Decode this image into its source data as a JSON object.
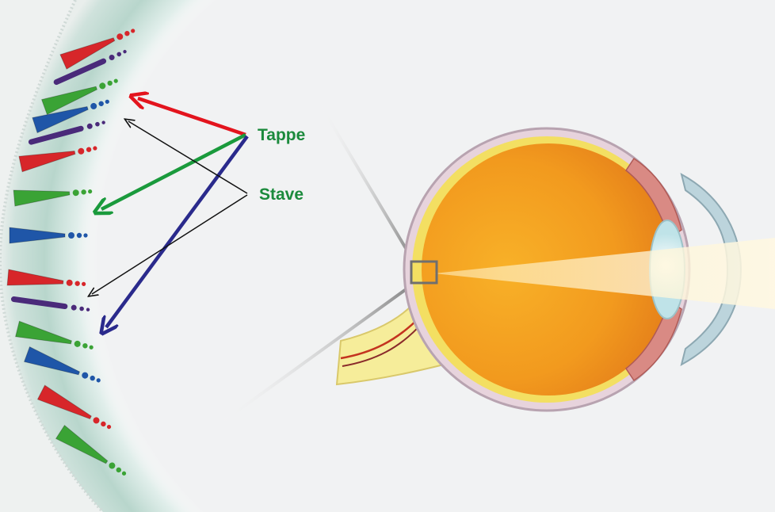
{
  "labels": {
    "cone": "Tappe",
    "rod": "Stave"
  },
  "colors": {
    "background": "#f1f2f3",
    "label_text": "#1b8a3c",
    "cone_red": "#d7262a",
    "cone_green": "#3aa335",
    "cone_blue": "#1f56a8",
    "rod_purple": "#4a2a7a",
    "arrow_red": "#e3141d",
    "arrow_green": "#1a9a3c",
    "arrow_blue": "#2a2a8c",
    "arrow_black": "#111111",
    "eye_orange": "#f29a1e",
    "sclera_pink": "#e7d3dc",
    "retina_yellow": "#f3df62"
  },
  "photoreceptors": [
    {
      "kind": "cone",
      "color": "red"
    },
    {
      "kind": "rod",
      "color": "purple"
    },
    {
      "kind": "cone",
      "color": "green"
    },
    {
      "kind": "cone",
      "color": "blue"
    },
    {
      "kind": "rod",
      "color": "purple"
    },
    {
      "kind": "cone",
      "color": "red"
    },
    {
      "kind": "cone",
      "color": "green"
    },
    {
      "kind": "cone",
      "color": "blue"
    },
    {
      "kind": "cone",
      "color": "red"
    },
    {
      "kind": "rod",
      "color": "purple"
    },
    {
      "kind": "cone",
      "color": "green"
    },
    {
      "kind": "cone",
      "color": "blue"
    },
    {
      "kind": "cone",
      "color": "red"
    },
    {
      "kind": "cone",
      "color": "green"
    }
  ]
}
